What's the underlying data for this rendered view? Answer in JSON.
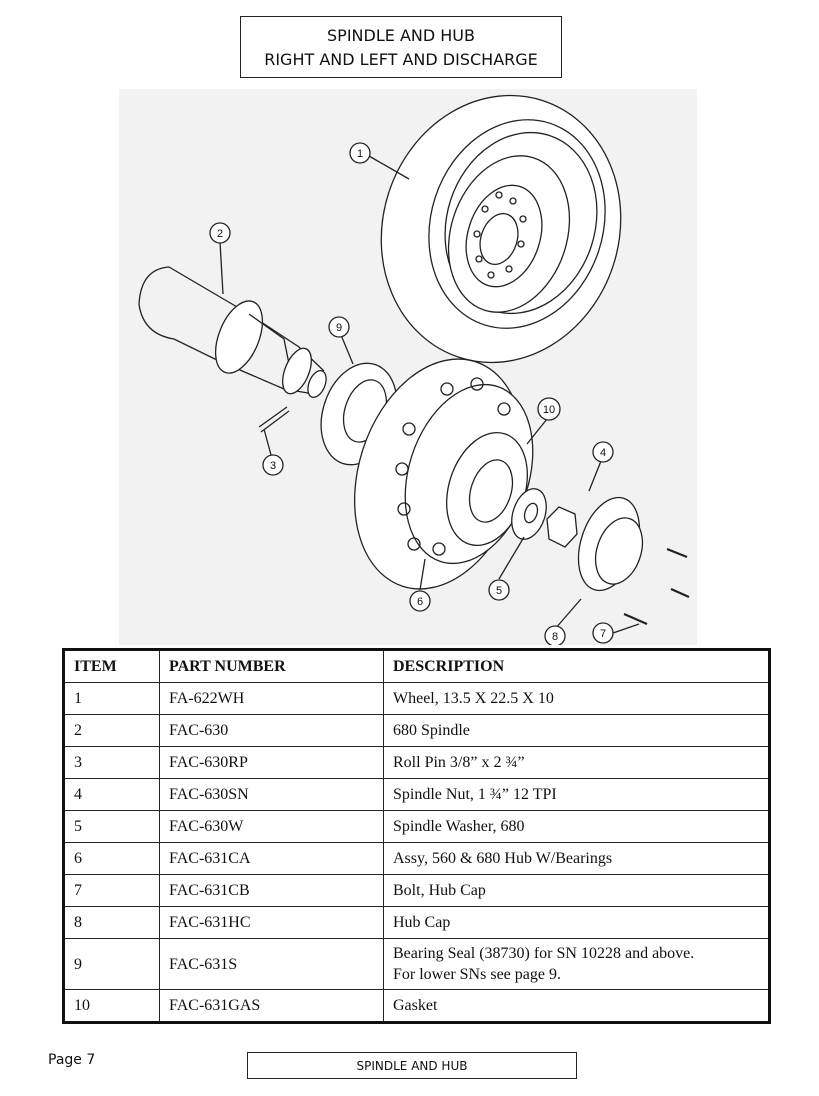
{
  "header": {
    "title_line1": "SPINDLE AND HUB",
    "title_line2": "RIGHT AND LEFT AND DISCHARGE"
  },
  "diagram": {
    "callouts": [
      "1",
      "2",
      "3",
      "4",
      "5",
      "6",
      "7",
      "8",
      "9",
      "10"
    ]
  },
  "table": {
    "headers": {
      "item": "ITEM",
      "part_number": "PART NUMBER",
      "description": "DESCRIPTION"
    },
    "rows": [
      {
        "item": "1",
        "part_number": "FA-622WH",
        "description": "Wheel, 13.5 X 22.5 X 10"
      },
      {
        "item": "2",
        "part_number": "FAC-630",
        "description": "680 Spindle"
      },
      {
        "item": "3",
        "part_number": "FAC-630RP",
        "description": "Roll Pin 3/8” x 2 ¾”"
      },
      {
        "item": "4",
        "part_number": "FAC-630SN",
        "description": "Spindle Nut, 1 ¾” 12 TPI"
      },
      {
        "item": "5",
        "part_number": "FAC-630W",
        "description": "Spindle Washer, 680"
      },
      {
        "item": "6",
        "part_number": "FAC-631CA",
        "description": "Assy, 560 & 680 Hub W/Bearings"
      },
      {
        "item": "7",
        "part_number": "FAC-631CB",
        "description": "Bolt, Hub Cap"
      },
      {
        "item": "8",
        "part_number": "FAC-631HC",
        "description": "Hub Cap"
      },
      {
        "item": "9",
        "part_number": "FAC-631S",
        "description": "Bearing Seal (38730) for SN 10228 and above.",
        "description2": "For lower SNs see page 9."
      },
      {
        "item": "10",
        "part_number": "FAC-631GAS",
        "description": "Gasket"
      }
    ]
  },
  "footer": {
    "page": "Page 7",
    "section": "SPINDLE AND HUB"
  }
}
